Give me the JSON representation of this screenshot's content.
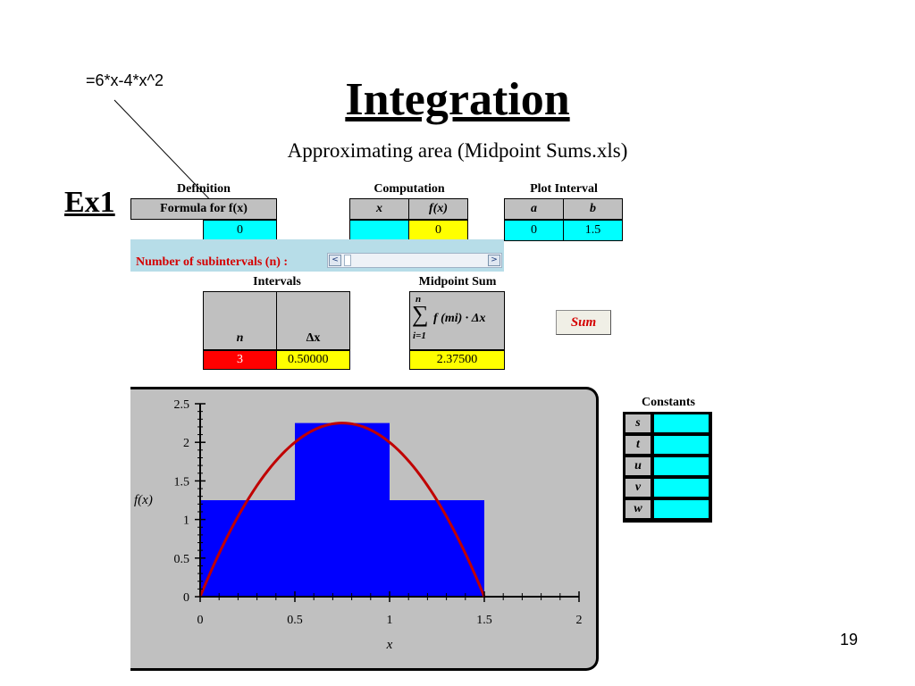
{
  "slide": {
    "formula_note": "=6*x-4*x^2",
    "title": "Integration",
    "subtitle": "Approximating area (Midpoint Sums.xls)",
    "example_label": "Ex1",
    "page_number": "19"
  },
  "definition": {
    "header": "Definition",
    "column_label": "Formula for f(x)",
    "value": "0"
  },
  "computation": {
    "header": "Computation",
    "x_label": "x",
    "fx_label": "f(x)",
    "x_value": "",
    "fx_value": "0"
  },
  "plot_interval": {
    "header": "Plot Interval",
    "a_label": "a",
    "b_label": "b",
    "a_value": "0",
    "b_value": "1.5"
  },
  "subintervals": {
    "label": "Number of subintervals (n) :",
    "scroll_left": "<",
    "scroll_right": ">"
  },
  "intervals": {
    "header": "Intervals",
    "n_label": "n",
    "dx_label": "Δx",
    "n_value": "3",
    "dx_value": "0.50000"
  },
  "midpoint_sum": {
    "header": "Midpoint Sum",
    "sum_top": "n",
    "sum_symbol": "∑",
    "sum_bottom": "i=1",
    "expression": "f (mi) · Δx",
    "value": "2.37500"
  },
  "sum_button": {
    "label": "Sum"
  },
  "constants": {
    "header": "Constants",
    "items": [
      {
        "name": "s",
        "value": ""
      },
      {
        "name": "t",
        "value": ""
      },
      {
        "name": "u",
        "value": ""
      },
      {
        "name": "v",
        "value": ""
      },
      {
        "name": "w",
        "value": ""
      }
    ]
  },
  "chart_data": {
    "type": "bar",
    "xlabel": "x",
    "ylabel": "f(x)",
    "xlim": [
      0,
      2
    ],
    "ylim": [
      0,
      2.5
    ],
    "x_ticks": [
      "0",
      "0.5",
      "1",
      "1.5",
      "2"
    ],
    "y_ticks": [
      "0",
      "0.5",
      "1",
      "1.5",
      "2",
      "2.5"
    ],
    "rectangles": [
      {
        "x0": 0,
        "x1": 0.5,
        "height": 1.25
      },
      {
        "x0": 0.5,
        "x1": 1.0,
        "height": 2.25
      },
      {
        "x0": 1.0,
        "x1": 1.5,
        "height": 1.25
      }
    ],
    "curve": {
      "formula": "6*x-4*x^2",
      "domain": [
        0,
        1.5
      ]
    },
    "colors": {
      "rect": "#0000ff",
      "curve": "#c00000",
      "plot_bg": "#c0c0c0"
    }
  }
}
